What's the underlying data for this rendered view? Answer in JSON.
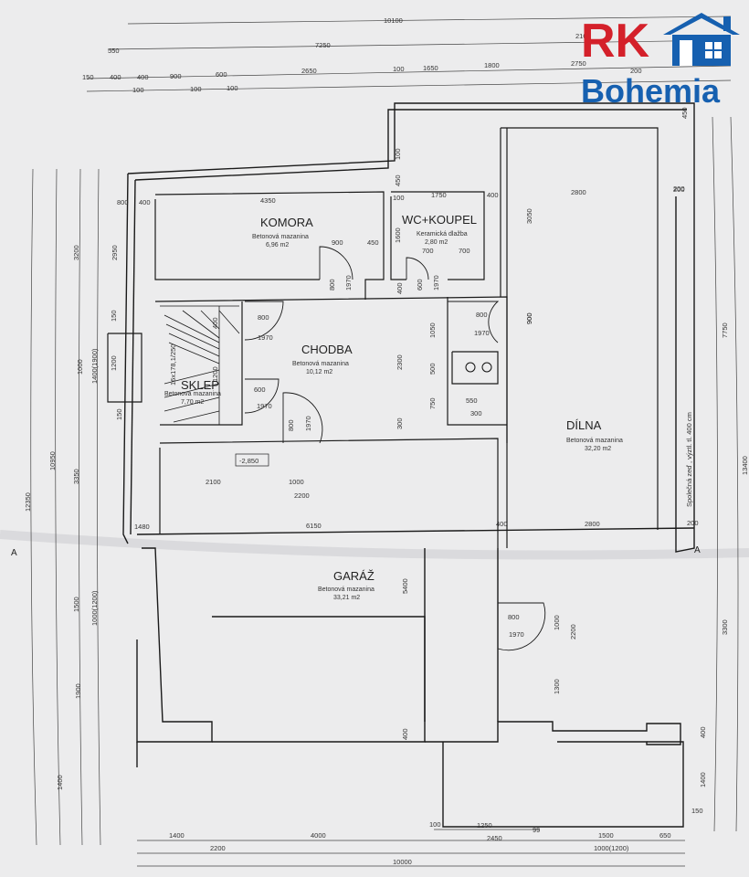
{
  "logo": {
    "brand_top": "RK",
    "brand_bottom": "Bohemia",
    "primary_color": "#d4202a",
    "secondary_color": "#1660b0"
  },
  "rooms": {
    "komora": {
      "name": "KOMORA",
      "floor": "Betonová mazanina",
      "area": "6,96 m2"
    },
    "wc": {
      "name": "WC+KOUPEL",
      "floor": "Keramická dlažba",
      "area": "2,80 m2"
    },
    "chodba": {
      "name": "CHODBA",
      "floor": "Betonová mazanina",
      "area": "10,12 m2"
    },
    "sklep": {
      "name": "SKLEP",
      "floor": "Betonová mazanina",
      "area": "7,70 m2"
    },
    "dilna": {
      "name": "DÍLNA",
      "floor": "Betonová mazanina",
      "area": "32,20 m2"
    },
    "garaz": {
      "name": "GARÁŽ",
      "floor": "Betonová mazanina",
      "area": "33,21 m2"
    }
  },
  "annotations": {
    "level": "-2,850",
    "stair": "16x178,1/250",
    "wall_note": "Společná zeď , výztl. tl. 400 cm",
    "section_left": "A",
    "section_right": "A"
  },
  "top_dims": {
    "row1": [
      "10100"
    ],
    "row2": [
      "550",
      "7250",
      "2100"
    ],
    "row3": [
      "2650",
      "1650",
      "1800",
      "2750"
    ],
    "row4": [
      "150",
      "400",
      "400",
      "900",
      "600",
      "100",
      "100",
      "100",
      "100",
      "200"
    ]
  },
  "bottom_dims": {
    "row1": [
      "1400",
      "4000",
      "1500",
      "650"
    ],
    "row2": [
      "2200",
      "1000(1200)"
    ],
    "row3": [
      "10000"
    ],
    "sub": [
      "100",
      "1250",
      "2450",
      "99"
    ]
  },
  "left_dims": {
    "outer": [
      "12350"
    ],
    "mid": [
      "10950",
      "3200",
      "3350",
      "1500",
      "1900",
      "1400"
    ],
    "inner": [
      "1400(1900)",
      "1000(1200)",
      "2950",
      "1000",
      "150",
      "1200",
      "150",
      "1480"
    ]
  },
  "right_dims": {
    "outer": [
      "13400"
    ],
    "mid": [
      "7750",
      "3300",
      "400",
      "1400"
    ],
    "inner": [
      "450",
      "200",
      "900",
      "200",
      "150"
    ]
  },
  "interior_dims": [
    "800",
    "400",
    "4350",
    "100",
    "1750",
    "400",
    "2800",
    "200",
    "100",
    "450",
    "3050",
    "1600",
    "900",
    "450",
    "700",
    "700",
    "800",
    "1970",
    "400",
    "600",
    "1970",
    "800",
    "1970",
    "800",
    "1970",
    "400",
    "1050",
    "900",
    "2300",
    "500",
    "750",
    "550",
    "300",
    "600",
    "1970",
    "800",
    "1970",
    "1200",
    "2100",
    "1000",
    "2200",
    "6150",
    "400",
    "2800",
    "5400",
    "800",
    "1970",
    "1000",
    "2200",
    "1300",
    "400",
    "300"
  ]
}
